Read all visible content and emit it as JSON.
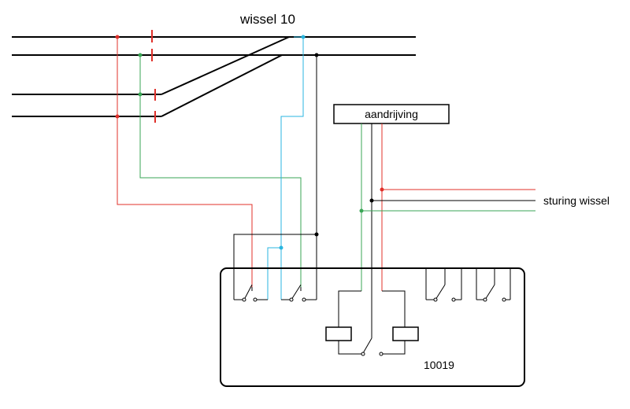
{
  "labels": {
    "title": "wissel 10",
    "drive": "aandrijving",
    "control": "sturing wissel",
    "module": "10019"
  },
  "colors": {
    "red": "#e0302a",
    "green": "#3aa655",
    "blue": "#29b6e0",
    "black": "#000000"
  }
}
